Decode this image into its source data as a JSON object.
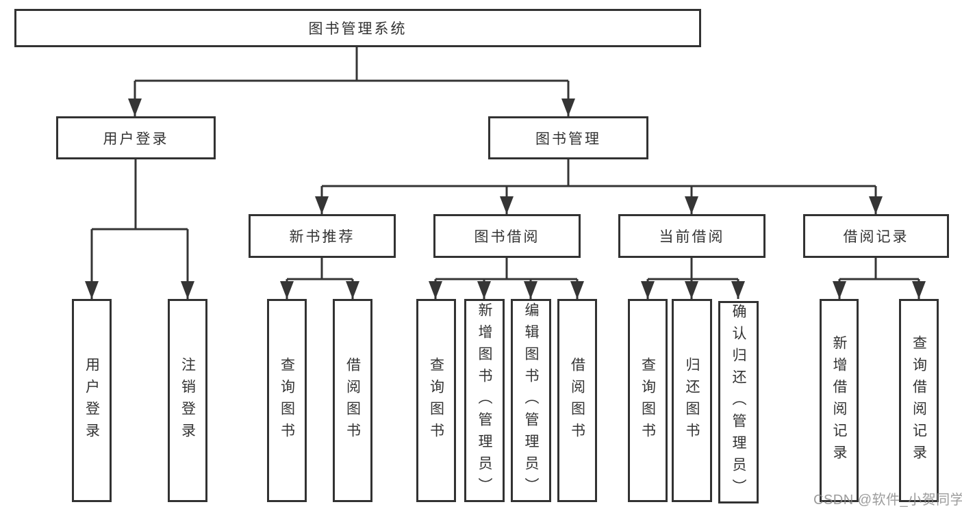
{
  "tree": {
    "label": "图书管理系统",
    "children": [
      {
        "label": "用户登录",
        "children": [
          {
            "label": "用户登录"
          },
          {
            "label": "注销登录"
          }
        ]
      },
      {
        "label": "图书管理",
        "children": [
          {
            "label": "新书推荐",
            "children": [
              {
                "label": "查询图书"
              },
              {
                "label": "借阅图书"
              }
            ]
          },
          {
            "label": "图书借阅",
            "children": [
              {
                "label": "查询图书"
              },
              {
                "label": "新增图书（管理员）"
              },
              {
                "label": "编辑图书（管理员）"
              },
              {
                "label": "借阅图书"
              }
            ]
          },
          {
            "label": "当前借阅",
            "children": [
              {
                "label": "查询图书"
              },
              {
                "label": "归还图书"
              },
              {
                "label": "确认归还（管理员）"
              }
            ]
          },
          {
            "label": "借阅记录",
            "children": [
              {
                "label": "新增借阅记录"
              },
              {
                "label": "查询借阅记录"
              }
            ]
          }
        ]
      }
    ]
  },
  "watermark": "CSDN @软件_小贺同学",
  "colors": {
    "line": "#353535",
    "border": "#323232",
    "text": "#333333",
    "background": "#ffffff",
    "watermark": "#868686"
  }
}
